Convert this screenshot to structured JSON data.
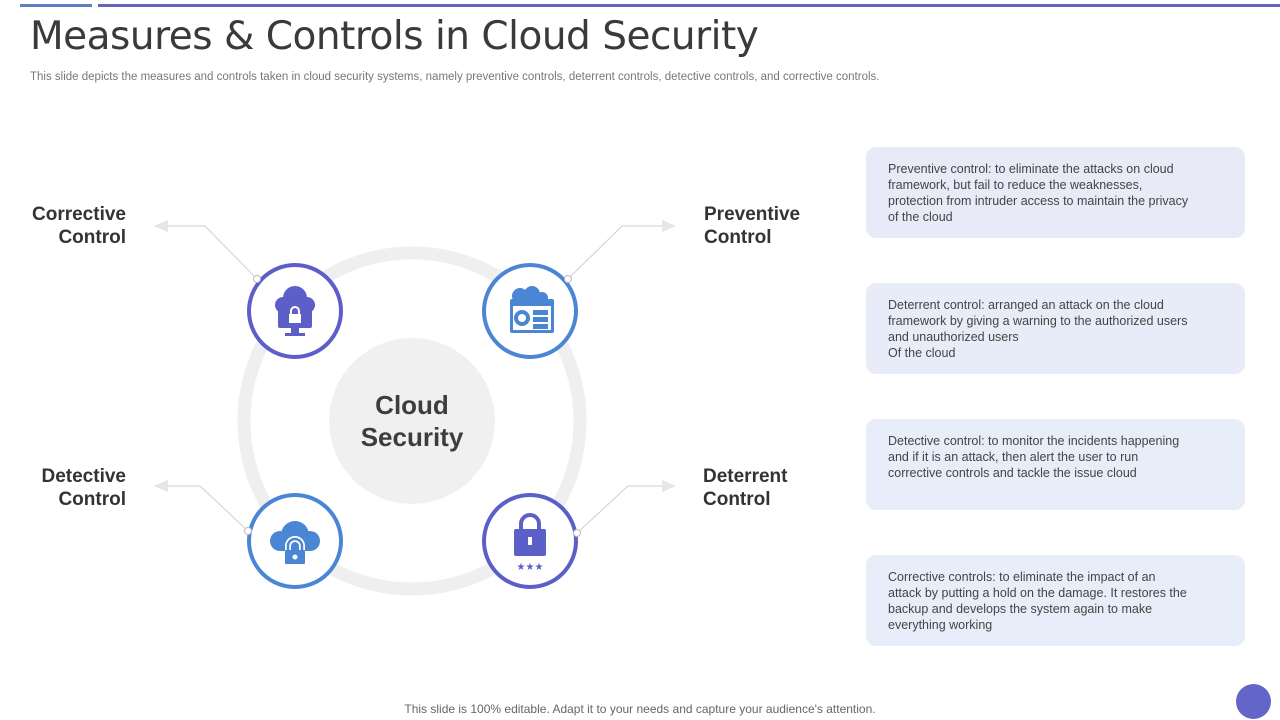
{
  "title": "Measures & Controls in Cloud Security",
  "subtitle": "This slide depicts the measures and controls taken in cloud security systems, namely preventive controls, deterrent controls, detective controls, and corrective controls.",
  "center": {
    "line1": "Cloud",
    "line2": "Security"
  },
  "labels": {
    "corrective": {
      "l1": "Corrective",
      "l2": "Control"
    },
    "preventive": {
      "l1": "Preventive",
      "l2": "Control"
    },
    "detective": {
      "l1": "Detective",
      "l2": "Control"
    },
    "deterrent": {
      "l1": "Deterrent",
      "l2": "Control"
    }
  },
  "boxes": [
    "Preventive  control: to eliminate the attacks on cloud\nframework,  but fail to reduce the weaknesses,\nprotection from intruder  access to maintain the privacy\nof the cloud",
    "Deterrent  control: arranged  an attack on the cloud\nframework  by giving  a warning to the authorized users\nand unauthorized  users\nOf the cloud",
    "Detective  control: to monitor the incidents happening\nand if it is an attack, then alert the user to run\ncorrective  controls and tackle the issue cloud",
    "Corrective  controls: to eliminate the impact of an\nattack by putting a hold on the damage.  It restores the\nbackup and develops  the system again to make\neverything  working"
  ],
  "footer": "This slide is 100% editable. Adapt it to your needs and capture your audience's attention.",
  "colors": {
    "purple": "#5b5fc7",
    "blue": "#4a86d4",
    "box1": "#e8eaf7",
    "box2": "#e7eef9"
  }
}
